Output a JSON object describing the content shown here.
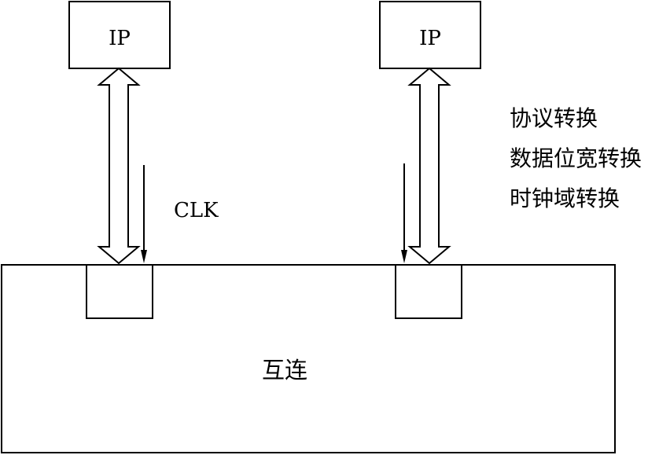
{
  "diagram": {
    "ip_left_label": "IP",
    "ip_right_label": "IP",
    "clk_label": "CLK",
    "interconnect_label": "互连",
    "conversion_notes": [
      "协议转换",
      "数据位宽转换",
      "时钟域转换"
    ]
  }
}
